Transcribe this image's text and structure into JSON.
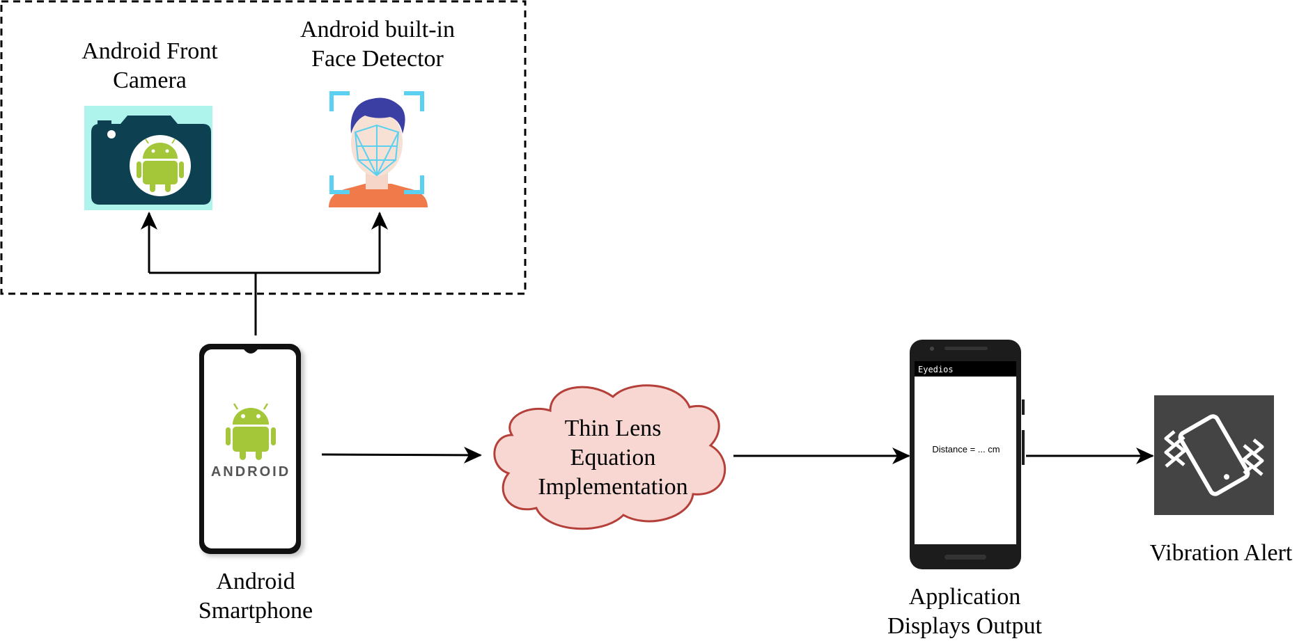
{
  "nodes": {
    "front_camera": {
      "line1": "Android Front",
      "line2": "Camera"
    },
    "face_detector": {
      "line1": "Android built-in",
      "line2": "Face Detector"
    },
    "smartphone": {
      "line1": "Android",
      "line2": "Smartphone",
      "screen_text": "ANDROID"
    },
    "thin_lens": {
      "line1": "Thin Lens",
      "line2": "Equation",
      "line3": "Implementation"
    },
    "output_app": {
      "line1": "Application",
      "line2": "Displays Output",
      "app_title": "Eyedios",
      "screen_text": "Distance = ... cm"
    },
    "vibration": {
      "label": "Vibration Alert"
    }
  },
  "colors": {
    "cloud_fill": "#f8d7d3",
    "cloud_stroke": "#b5403a",
    "camera_bg": "#aef3ec",
    "camera_body": "#0d4152",
    "android_green": "#a4c639",
    "face_bracket": "#5bd0f0",
    "hair": "#3b3fa3",
    "shirt": "#f07a4a",
    "vibration_bg": "#444444"
  },
  "icons": [
    "camera-icon",
    "face-detection-icon",
    "android-robot-icon",
    "smartphone-icon",
    "vibration-icon"
  ]
}
